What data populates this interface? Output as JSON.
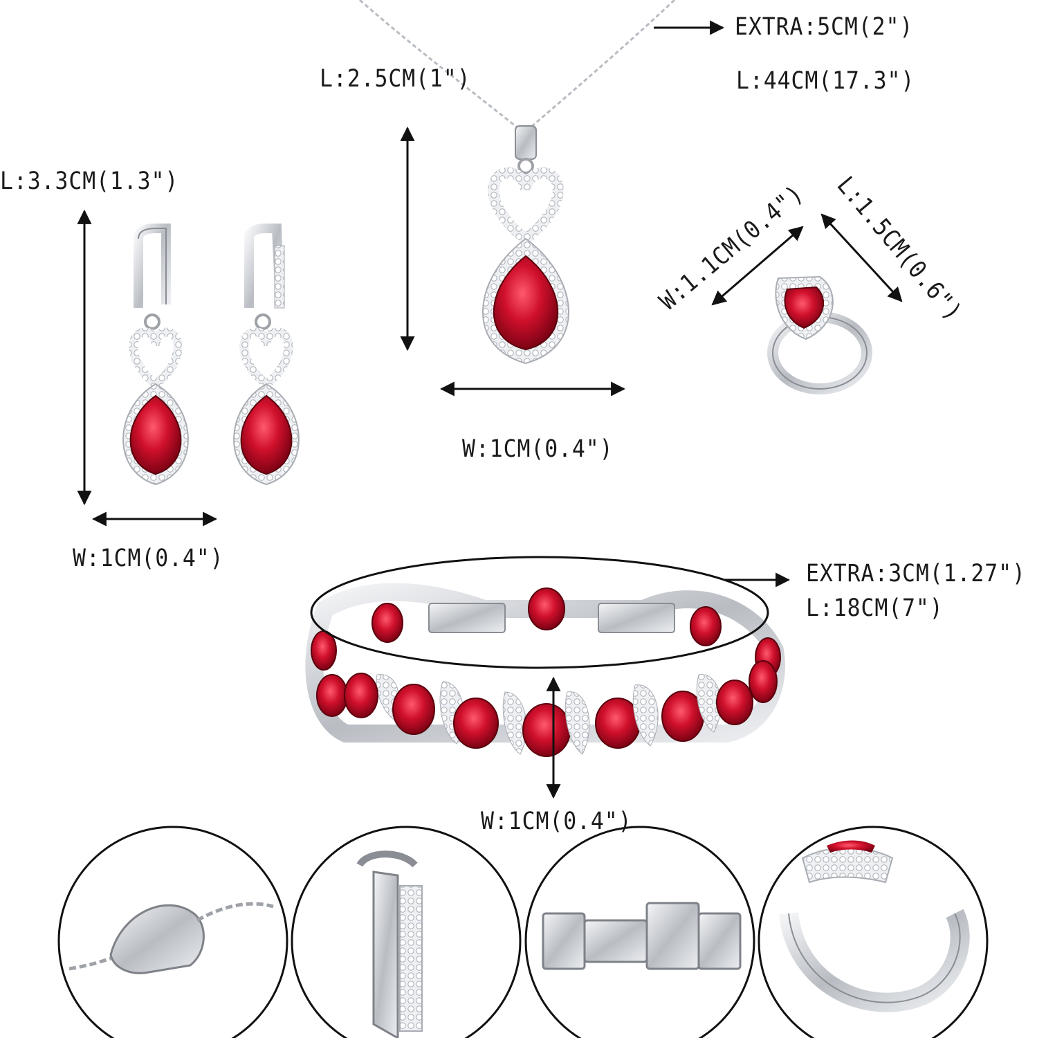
{
  "colors": {
    "ruby": "#c8102e",
    "ruby_dark": "#7a0012",
    "silver": "#c9ccd1",
    "silver_dark": "#8a8e94",
    "line": "#111111"
  },
  "necklace": {
    "extra_label": "EXTRA:5CM(2\")",
    "length_label": "L:44CM(17.3\")",
    "pendant_length_label": "L:2.5CM(1\")",
    "pendant_width_label": "W:1CM(0.4\")"
  },
  "earrings": {
    "length_label": "L:3.3CM(1.3\")",
    "width_label": "W:1CM(0.4\")"
  },
  "ring": {
    "width_label": "W:1.1CM(0.4\")",
    "length_label": "L:1.5CM(0.6\")"
  },
  "bracelet": {
    "extra_label": "EXTRA:3CM(1.27\")",
    "length_label": "L:18CM(7\")",
    "width_label": "W:1CM(0.4\")"
  },
  "details": {
    "icons": [
      "lobster-clasp-icon",
      "lever-back-hinge-icon",
      "fold-over-clasp-icon",
      "adjustable-ring-band-icon"
    ]
  }
}
